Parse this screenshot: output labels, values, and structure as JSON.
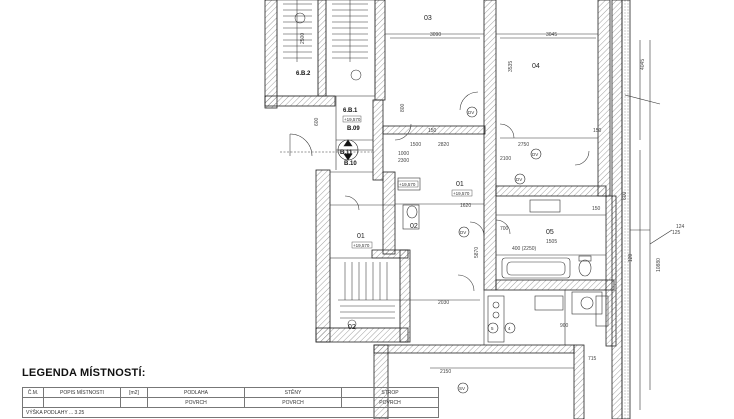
{
  "rooms": {
    "r03": "03",
    "r04": "04",
    "r01": "01",
    "r05": "05",
    "r02": "02",
    "r01_left": "01",
    "r02_small": "02",
    "b09": "B.09",
    "b10": "B.10",
    "b11": "B.11",
    "sixb1": "6.B.1",
    "sixb2": "6.B.2"
  },
  "levels": {
    "l1": "+19,570",
    "l2": "+19,570",
    "l3": "+19,570",
    "l4": "+19,570"
  },
  "dimensions": {
    "d3090": "3090",
    "d3045": "3045",
    "d3535": "3535",
    "d4045": "4045",
    "d1500": "1500",
    "d2820": "2820",
    "d2750": "2750",
    "d1000": "1000",
    "d2300": "2300",
    "d1620": "1620",
    "d2100": "2100",
    "d2030": "2030",
    "d5870": "5870",
    "d1505": "1505",
    "d2150": "2150",
    "d10880": "10880",
    "d125": "125",
    "d150a": "150",
    "d150b": "150",
    "d150c": "150",
    "d900": "900",
    "d715": "715",
    "d600": "600",
    "d800": "800",
    "d2500": "2500",
    "d700": "700",
    "d400": "400 (2250)"
  },
  "tags": {
    "dv1": "DV",
    "dv2": "DV",
    "dv3": "DV",
    "dv4": "DV",
    "sv": "SV",
    "t5": "5",
    "t4": "4"
  },
  "annotations": {
    "dim_600": "600",
    "dim_124": "124",
    "dim_120": "120"
  },
  "legend": {
    "title": "LEGENDA MÍSTNOSTÍ:",
    "col_num": "Č.M.",
    "col_name": "POPIS MÍSTNOSTI",
    "col_area": "[m2]",
    "col_floor": "PODLAHA",
    "col_walls": "STĚNY",
    "col_ceiling": "STROP",
    "sub_floor": "POVRCH",
    "sub_walls": "POVRCH",
    "sub_ceiling": "POVRCH",
    "row_cut": "VÝŠKA PODLAHY ... 3.25"
  }
}
